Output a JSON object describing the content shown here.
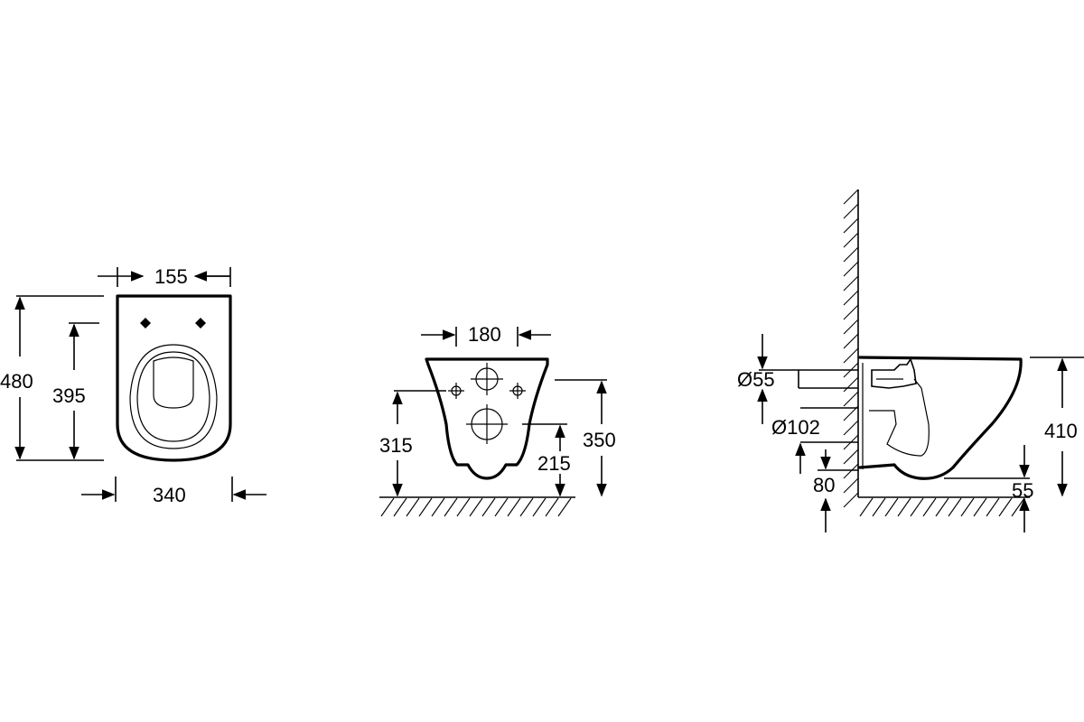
{
  "views": {
    "top": {
      "dims": {
        "width_front": "155",
        "length": "480",
        "bowl_length": "395",
        "width": "340"
      }
    },
    "front": {
      "dims": {
        "bolt_spacing": "180",
        "height_inlet": "315",
        "height_outlet": "215",
        "height_total": "350"
      }
    },
    "side": {
      "dims": {
        "water_inlet_diameter": "Ø55",
        "drain_diameter": "Ø102",
        "drain_height": "80",
        "total_height": "410",
        "bottom_gap": "55"
      }
    }
  }
}
